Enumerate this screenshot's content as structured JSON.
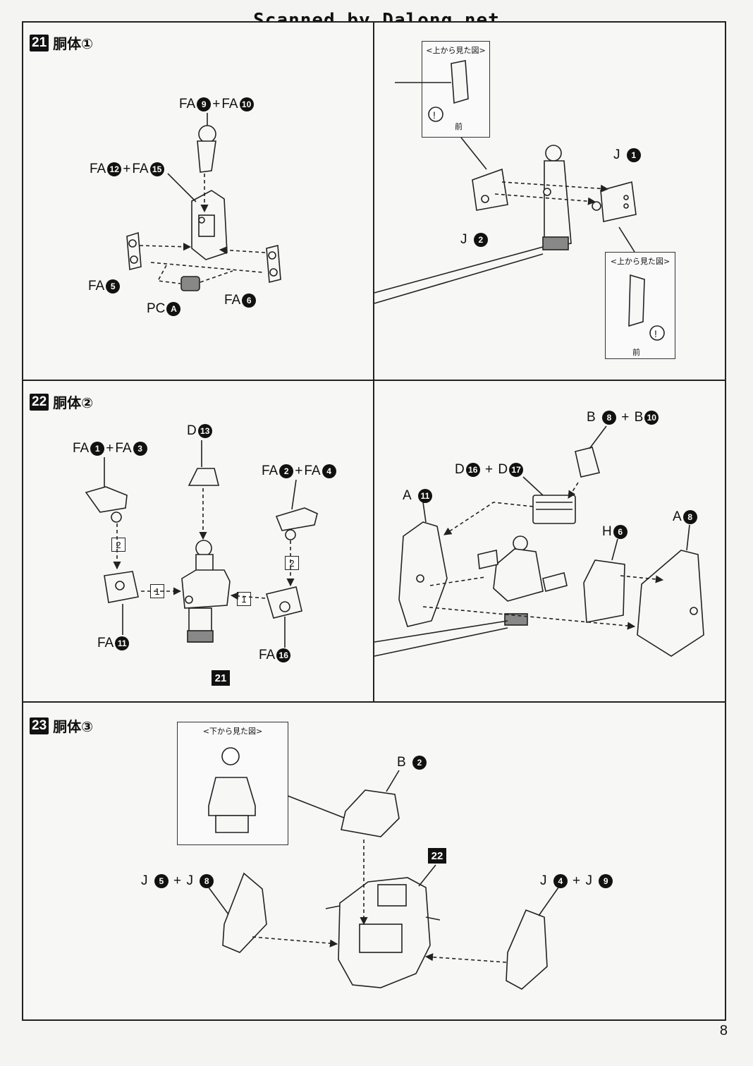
{
  "watermark": "Scanned by Dalong.net",
  "page_number": "8",
  "steps": [
    {
      "num": "21",
      "title": "胴体①"
    },
    {
      "num": "22",
      "title": "胴体②"
    },
    {
      "num": "23",
      "title": "胴体③"
    }
  ],
  "view_captions": {
    "top_view": "<上から見た図>",
    "bottom_view": "<下から見た図>",
    "front": "前",
    "caution": "!"
  },
  "s21": {
    "fa9_fa10": {
      "a": "FA",
      "n1": "9",
      "b": "FA",
      "n2": "10"
    },
    "fa12_fa15": {
      "a": "FA",
      "n1": "12",
      "b": "FA",
      "n2": "15"
    },
    "fa5": {
      "a": "FA",
      "n1": "5"
    },
    "pca": {
      "a": "PC",
      "n1": "A"
    },
    "fa6": {
      "a": "FA",
      "n1": "6"
    },
    "j1": {
      "a": "J",
      "n1": "1"
    },
    "j2": {
      "a": "J",
      "n1": "2"
    }
  },
  "s22": {
    "fa1_fa3": {
      "a": "FA",
      "n1": "1",
      "b": "FA",
      "n2": "3"
    },
    "d13": {
      "a": "D",
      "n1": "13"
    },
    "fa2_fa4": {
      "a": "FA",
      "n1": "2",
      "b": "FA",
      "n2": "4"
    },
    "fa11": {
      "a": "FA",
      "n1": "11"
    },
    "fa16": {
      "a": "FA",
      "n1": "16"
    },
    "ref21": "21",
    "b8_b10": {
      "a": "B",
      "n1": "8",
      "b": "B",
      "n2": "10"
    },
    "d16_d17": {
      "a": "D",
      "n1": "16",
      "b": "D",
      "n2": "17"
    },
    "a11": {
      "a": "A",
      "n1": "11"
    },
    "h6": {
      "a": "H",
      "n1": "6"
    },
    "a8": {
      "a": "A",
      "n1": "8"
    },
    "order1": "1",
    "order2": "2"
  },
  "s23": {
    "b2": {
      "a": "B",
      "n1": "2"
    },
    "ref22": "22",
    "j5_j8": {
      "a": "J",
      "n1": "5",
      "b": "J",
      "n2": "8"
    },
    "j4_j9": {
      "a": "J",
      "n1": "4",
      "b": "J",
      "n2": "9"
    }
  }
}
